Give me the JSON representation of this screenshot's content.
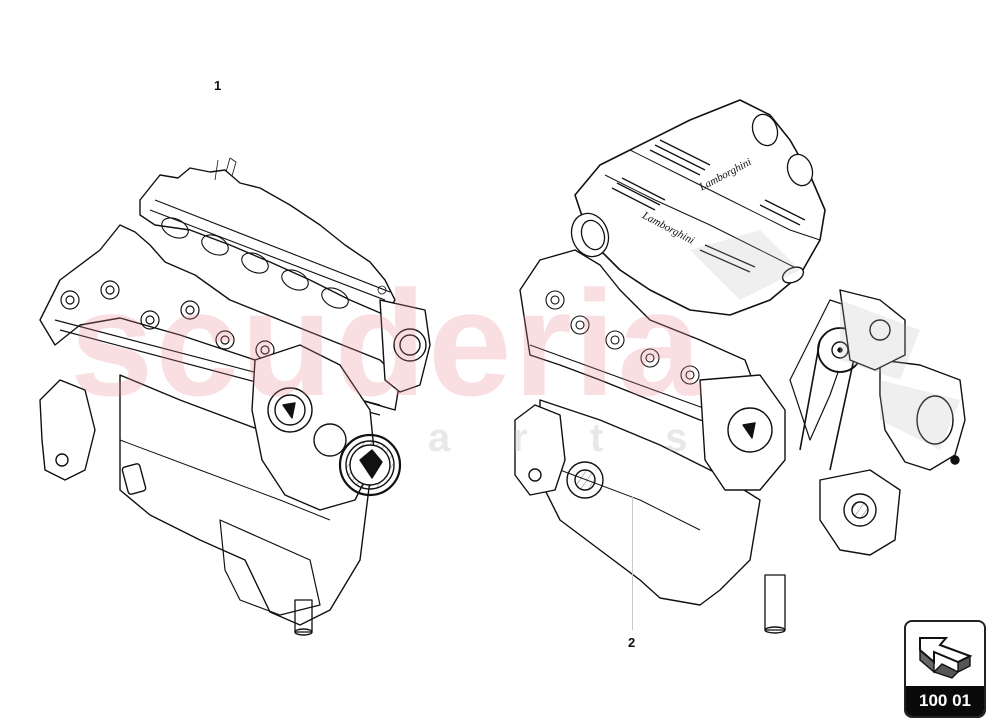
{
  "diagram": {
    "callouts": [
      {
        "number": "1",
        "target": "engine-assembly-bare"
      },
      {
        "number": "2",
        "target": "engine-assembly-with-accessories"
      }
    ],
    "watermark": {
      "main_text": "scuderia",
      "sub_text": "arts",
      "main_color": "#e8828c",
      "sub_color": "#bebebe"
    },
    "engine_cover_lettering": [
      "Lamborghini",
      "Lamborghini"
    ]
  },
  "navigation": {
    "badge_code": "100 01",
    "icon": "arrow-up-left-icon"
  },
  "colors": {
    "line_art": "#111111",
    "background": "#ffffff",
    "badge_bar": "#0a0a0a"
  }
}
